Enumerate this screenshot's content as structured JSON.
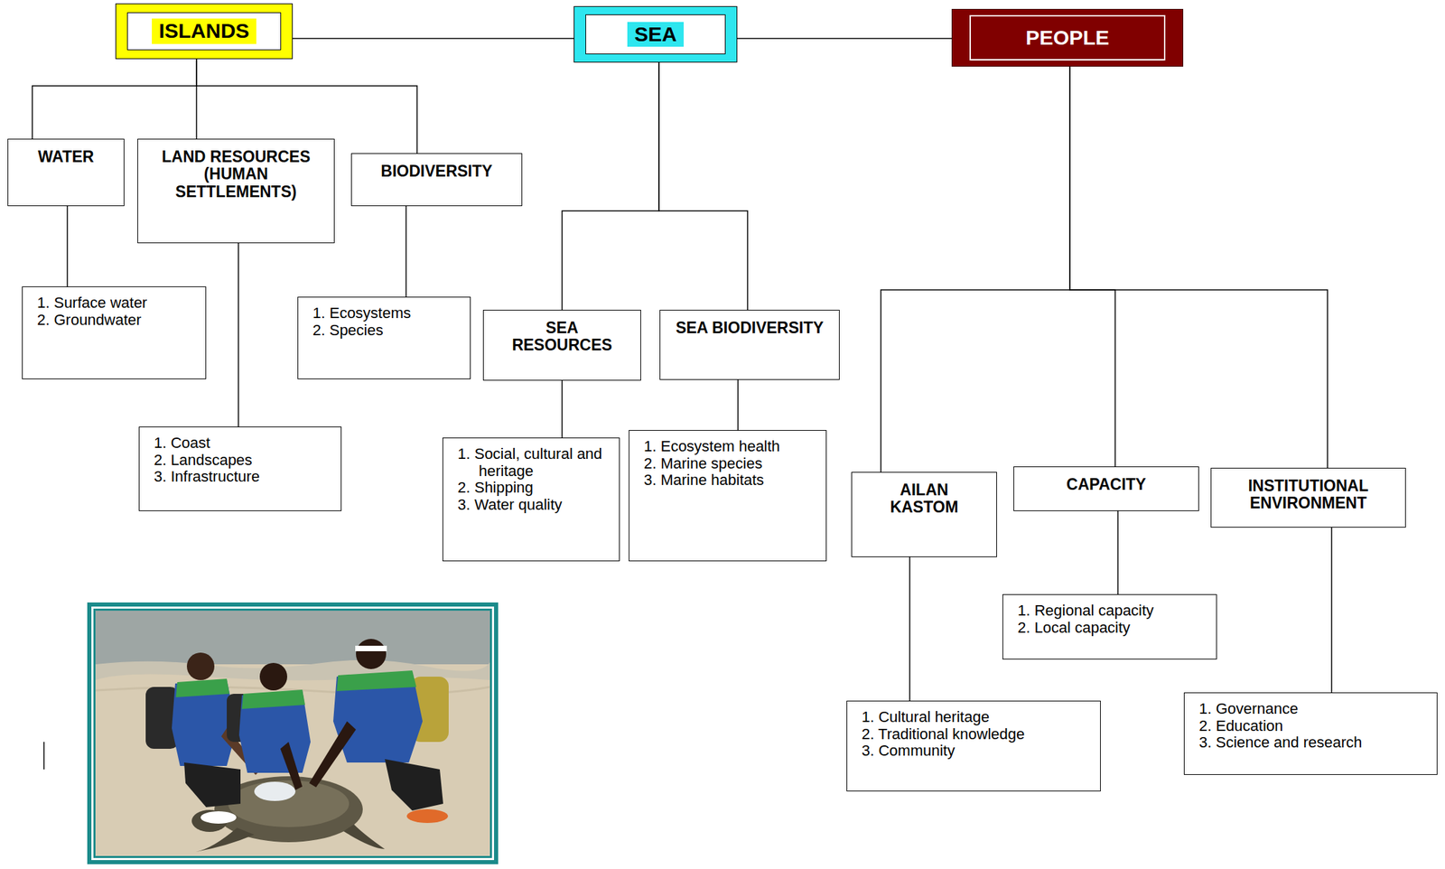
{
  "diagram": {
    "nodes": [
      {
        "text": [
          "ISLANDS"
        ]
      },
      {
        "text": [
          "SEA"
        ]
      },
      {
        "text": [
          "PEOPLE"
        ]
      },
      {
        "text": [
          "WATER"
        ]
      },
      {
        "text": [
          "LAND RESOURCES (HUMAN SETTLEMENTS)"
        ]
      },
      {
        "text": [
          "BIODIVERSITY"
        ]
      },
      {
        "text": [
          "1. Surface water",
          "2. Groundwater"
        ]
      },
      {
        "text": [
          "1. Ecosystems",
          "2. Species"
        ]
      },
      {
        "text": [
          "SEA RESOURCES"
        ]
      },
      {
        "text": [
          "SEA BIODIVERSITY"
        ]
      },
      {
        "text": [
          "1. Coast",
          "2. Landscapes",
          "3. Infrastructure"
        ]
      },
      {
        "text": [
          "1. Social, cultural and heritage",
          "2. Shipping",
          "3. Water quality"
        ]
      },
      {
        "text": [
          "1. Ecosystem health",
          "2. Marine species",
          "3. Marine habitats"
        ]
      },
      {
        "text": [
          "AILAN KASTOM"
        ]
      },
      {
        "text": [
          "CAPACITY"
        ]
      },
      {
        "text": [
          "INSTITUTIONAL ENVIRONMENT"
        ]
      },
      {
        "text": [
          "1. Regional capacity",
          "2. Local capacity"
        ]
      },
      {
        "text": [
          "1. Cultural heritage",
          "2. Traditional knowledge",
          "3. Community"
        ]
      },
      {
        "text": [
          "1. Governance",
          "2. Education",
          "3. Science and research"
        ]
      }
    ],
    "edges": [
      {
        "from": 0,
        "to": 1,
        "arrow": "none"
      },
      {
        "from": 1,
        "to": 2,
        "arrow": "none"
      },
      {
        "from": 0,
        "to": 3,
        "arrow": "none"
      },
      {
        "from": 0,
        "to": 4,
        "arrow": "none"
      },
      {
        "from": 0,
        "to": 5,
        "arrow": "none"
      },
      {
        "from": 3,
        "to": 6,
        "arrow": "none"
      },
      {
        "from": 4,
        "to": 10,
        "arrow": "none"
      },
      {
        "from": 5,
        "to": 7,
        "arrow": "none"
      },
      {
        "from": 1,
        "to": 8,
        "arrow": "none"
      },
      {
        "from": 1,
        "to": 9,
        "arrow": "none"
      },
      {
        "from": 8,
        "to": 11,
        "arrow": "none"
      },
      {
        "from": 9,
        "to": 12,
        "arrow": "none"
      },
      {
        "from": 2,
        "to": 13,
        "arrow": "none"
      },
      {
        "from": 2,
        "to": 14,
        "arrow": "none"
      },
      {
        "from": 2,
        "to": 15,
        "arrow": "none"
      },
      {
        "from": 13,
        "to": 17,
        "arrow": "none"
      },
      {
        "from": 14,
        "to": 16,
        "arrow": "none"
      },
      {
        "from": 15,
        "to": 18,
        "arrow": "none"
      }
    ]
  }
}
